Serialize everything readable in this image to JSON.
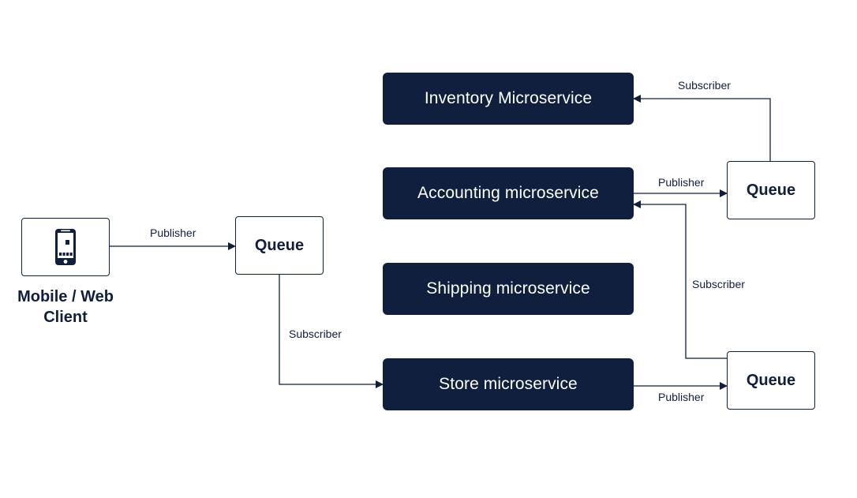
{
  "nodes": {
    "client": {
      "label_line1": "Mobile / Web",
      "label_line2": "Client",
      "icon": "mobile-phone-icon"
    },
    "queue_left": {
      "label": "Queue"
    },
    "inventory": {
      "label": "Inventory Microservice"
    },
    "accounting": {
      "label": "Accounting microservice"
    },
    "shipping": {
      "label": "Shipping microservice"
    },
    "store": {
      "label": "Store microservice"
    },
    "queue_top_right": {
      "label": "Queue"
    },
    "queue_bottom_right": {
      "label": "Queue"
    }
  },
  "edges": {
    "client_to_queue": "Publisher",
    "queue_to_store": "Subscriber",
    "accounting_to_queue": "Publisher",
    "queue_to_inventory": "Subscriber",
    "store_to_queue": "Publisher",
    "queue_to_accounting": "Subscriber"
  },
  "colors": {
    "dark": "#0f1f3d",
    "background": "#ffffff"
  }
}
